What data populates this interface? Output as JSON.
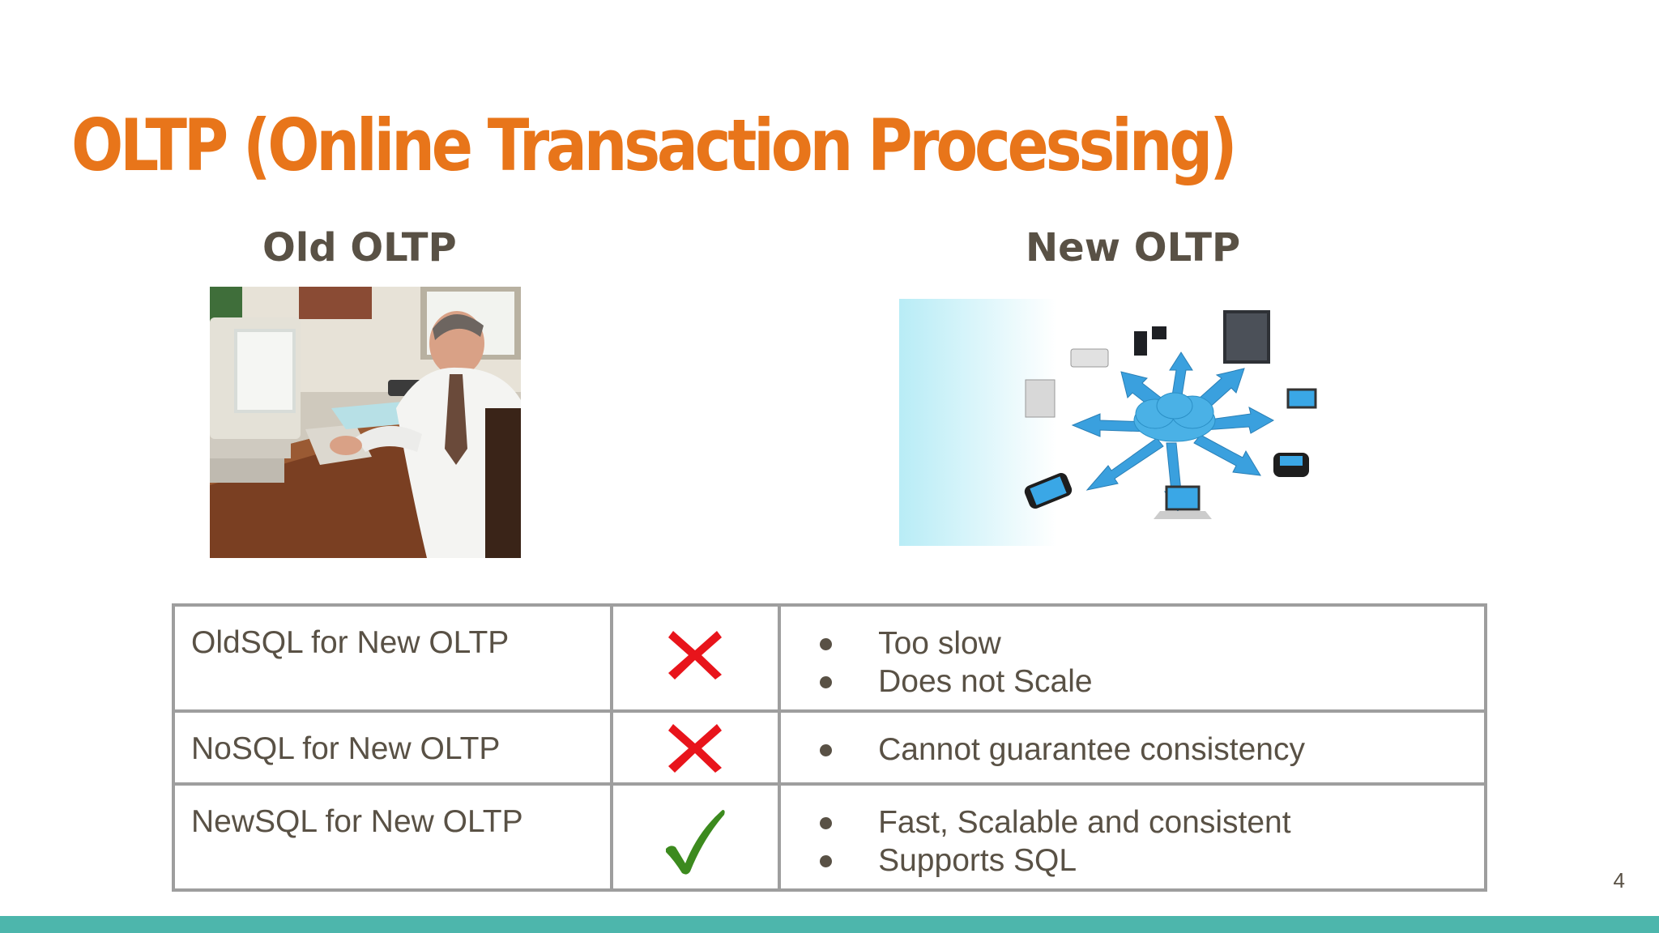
{
  "slide": {
    "title": "OLTP (Online Transaction Processing)",
    "old_heading": "Old OLTP",
    "new_heading": "New OLTP",
    "page_number": "4"
  },
  "colors": {
    "title": "#e8751a",
    "text": "#595145",
    "cross": "#e8141b",
    "check": "#3c8a1e",
    "bottom_bar": "#4db6ac",
    "table_border": "#9e9e9e",
    "cloud_arrow": "#3aa0de"
  },
  "table": {
    "rows": [
      {
        "label": "OldSQL for New OLTP",
        "mark": "cross-icon",
        "bullets": [
          "Too slow",
          "Does not Scale"
        ]
      },
      {
        "label": "NoSQL for New OLTP",
        "mark": "cross-icon",
        "bullets": [
          "Cannot guarantee consistency"
        ]
      },
      {
        "label": "NewSQL for New OLTP",
        "mark": "check-icon",
        "bullets": [
          "Fast, Scalable and consistent",
          "Supports SQL"
        ]
      }
    ]
  }
}
